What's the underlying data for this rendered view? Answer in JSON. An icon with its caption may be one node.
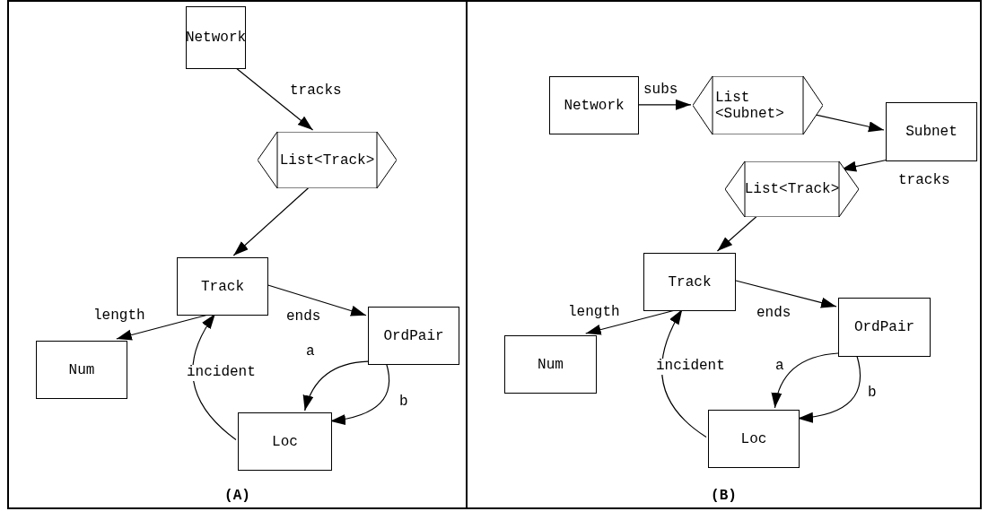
{
  "diagram": {
    "nodes": [
      {
        "text": [
          "(A)"
        ]
      },
      {
        "text": [
          "Network"
        ],
        "in": 0
      },
      {
        "text": [
          "List<Track>"
        ],
        "in": 0
      },
      {
        "text": [
          "Track"
        ],
        "in": 0
      },
      {
        "text": [
          "Num"
        ],
        "in": 0
      },
      {
        "text": [
          "OrdPair"
        ],
        "in": 0
      },
      {
        "text": [
          "Loc"
        ],
        "in": 0
      },
      {
        "text": [
          "(B)"
        ]
      },
      {
        "text": [
          "Network"
        ],
        "in": 7
      },
      {
        "text": [
          "List <Subnet>"
        ],
        "in": 7
      },
      {
        "text": [
          "Subnet"
        ],
        "in": 7
      },
      {
        "text": [
          "List<Track>"
        ],
        "in": 7
      },
      {
        "text": [
          "Track"
        ],
        "in": 7
      },
      {
        "text": [
          "Num"
        ],
        "in": 7
      },
      {
        "text": [
          "OrdPair"
        ],
        "in": 7
      },
      {
        "text": [
          "Loc"
        ],
        "in": 7
      }
    ],
    "edges": [
      {
        "from": 1,
        "to": 2,
        "arrow": "to",
        "label": "tracks"
      },
      {
        "from": 2,
        "to": 3,
        "arrow": "to"
      },
      {
        "from": 3,
        "to": 4,
        "arrow": "to",
        "label": "length"
      },
      {
        "from": 3,
        "to": 5,
        "arrow": "to",
        "label": "ends"
      },
      {
        "from": 5,
        "to": 6,
        "arrow": "to",
        "label": "a"
      },
      {
        "from": 5,
        "to": 6,
        "arrow": "to",
        "label": "b"
      },
      {
        "from": 6,
        "to": 3,
        "arrow": "to",
        "label": "incident"
      },
      {
        "from": 8,
        "to": 9,
        "arrow": "to",
        "label": "subs"
      },
      {
        "from": 9,
        "to": 10,
        "arrow": "to"
      },
      {
        "from": 10,
        "to": 11,
        "arrow": "to",
        "label": "tracks"
      },
      {
        "from": 11,
        "to": 12,
        "arrow": "to"
      },
      {
        "from": 12,
        "to": 13,
        "arrow": "to",
        "label": "length"
      },
      {
        "from": 12,
        "to": 14,
        "arrow": "to",
        "label": "ends"
      },
      {
        "from": 14,
        "to": 15,
        "arrow": "to",
        "label": "a"
      },
      {
        "from": 14,
        "to": 15,
        "arrow": "to",
        "label": "b"
      },
      {
        "from": 15,
        "to": 12,
        "arrow": "to",
        "label": "incident"
      }
    ]
  }
}
